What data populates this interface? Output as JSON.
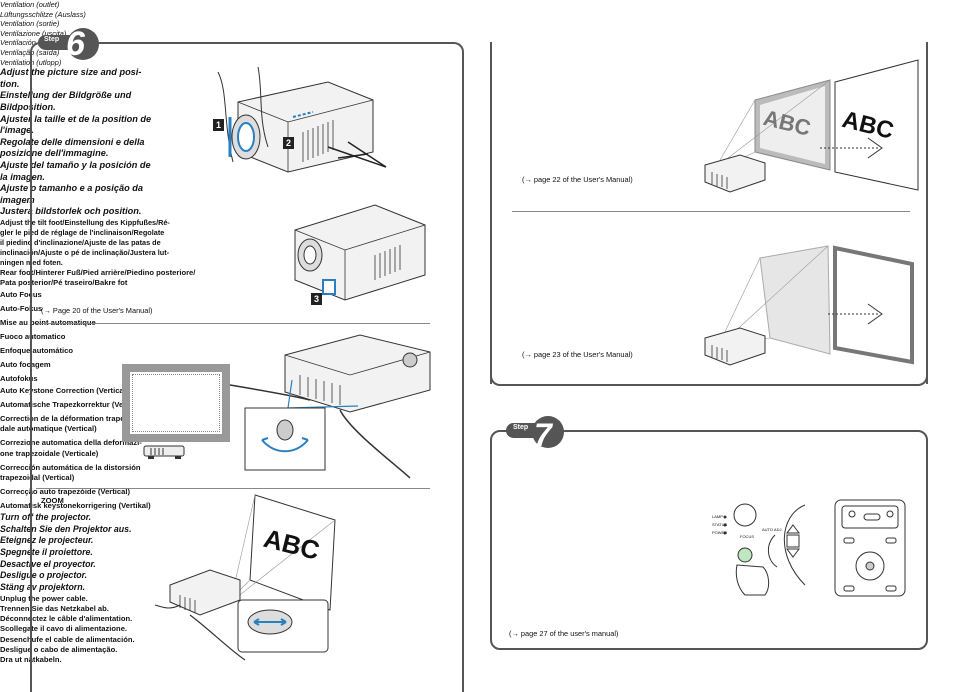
{
  "step6": {
    "badge_label": "Step",
    "badge_number": "6",
    "ventilation": [
      "Ventilation (outlet)",
      "Lüftungsschlitze (Auslass)",
      "Ventilation (sortie)",
      "Ventilazione (uscita)",
      "Ventilación (salida)",
      "Ventilação (saída)",
      "Ventilation (utlopp)"
    ],
    "adjust_title": [
      "Adjust the picture size and posi-",
      "tion.",
      "Einstellung der Bildgröße und",
      "Bildposition.",
      "Ajuster la taille et de la position de",
      "l'image.",
      "Regolate delle dimensioni e della",
      "posizione dell'immagine.",
      "Ajuste del tamaño y la posición de",
      "la imagen.",
      "Ajuste o tamanho e a posição da",
      "imagem",
      "Justera bildstorlek och position."
    ],
    "tilt_text": [
      "Adjust the tilt foot/Einstellung des Kippfußes/Ré-",
      "gler le pied de réglage de l'inclinaison/Regolate",
      "il piedino d'inclinazione/Ajuste de las patas de",
      "inclinación/Ajuste o pé de inclinação/Justera lut-",
      "ningen med foten."
    ],
    "page_ref": "(→ Page 20 of the User's Manual)",
    "callouts": [
      "1",
      "2",
      "3"
    ],
    "rear_foot": [
      "Rear foot/Hinterer Fuß/Pied arrière/Piedino posteriore/",
      "Pata posterior/Pé traseiro/Bakre fot"
    ],
    "zoom_label": "ZOOM",
    "screen_text": "ABC"
  },
  "auto_focus": {
    "lines": [
      "Auto Focus",
      "Auto-Fokus",
      "Mise au point automatique",
      "Fuoco automatico",
      "Enfoque automático",
      "Auto focagem",
      "Autofokus"
    ],
    "page_ref": "(→ page 22 of the User's Manual)",
    "screen_text_a": "ABC",
    "screen_text_b": "ABC"
  },
  "keystone": {
    "lines": [
      "Auto Keystone Correction (Vertical)",
      "Automatische Trapezkorrektur (Vertikal)",
      "Correction de la déformation trapézoï-",
      "dale automatique (Vertical)",
      "Correzione automatica della deformazi-",
      "one trapezoidale (Verticale)",
      "Corrección automática de la distorsión",
      "trapezoidal (Vertical)",
      "Correcção auto trapezóide (Vertical)",
      "Automatisk keystonekorrigering (Vertikal)"
    ],
    "page_ref": "(→ page 23 of the User's Manual)"
  },
  "step7": {
    "badge_label": "Step",
    "badge_number": "7",
    "turn_off": [
      "Turn off the projector.",
      "Schalten Sie den Projektor aus.",
      "Eteignez le projecteur.",
      "Spegnete il proiettore.",
      "Desactive el proyector.",
      "Desligue o projector.",
      "Stäng av projektorn."
    ],
    "unplug": [
      "Unplug the power cable.",
      "Trennen Sie das Netzkabel ab.",
      "Déconnectez le câble d'alimentation.",
      "Scollegate il cavo di alimentazione.",
      "Desenchufe el cable de alimentación.",
      "Desligue o cabo de alimentação.",
      "Dra ut nätkabeln."
    ],
    "page_ref": "(→ page 27 of the user's manual)",
    "panel_labels": {
      "lamp": "LAMP",
      "status": "STATUS",
      "power": "POWER",
      "focus": "FOCUS",
      "auto_adj": "AUTO ADJ."
    }
  },
  "colors": {
    "frame": "#555555",
    "accent_blue": "#2a7fc0",
    "text": "#111111"
  }
}
